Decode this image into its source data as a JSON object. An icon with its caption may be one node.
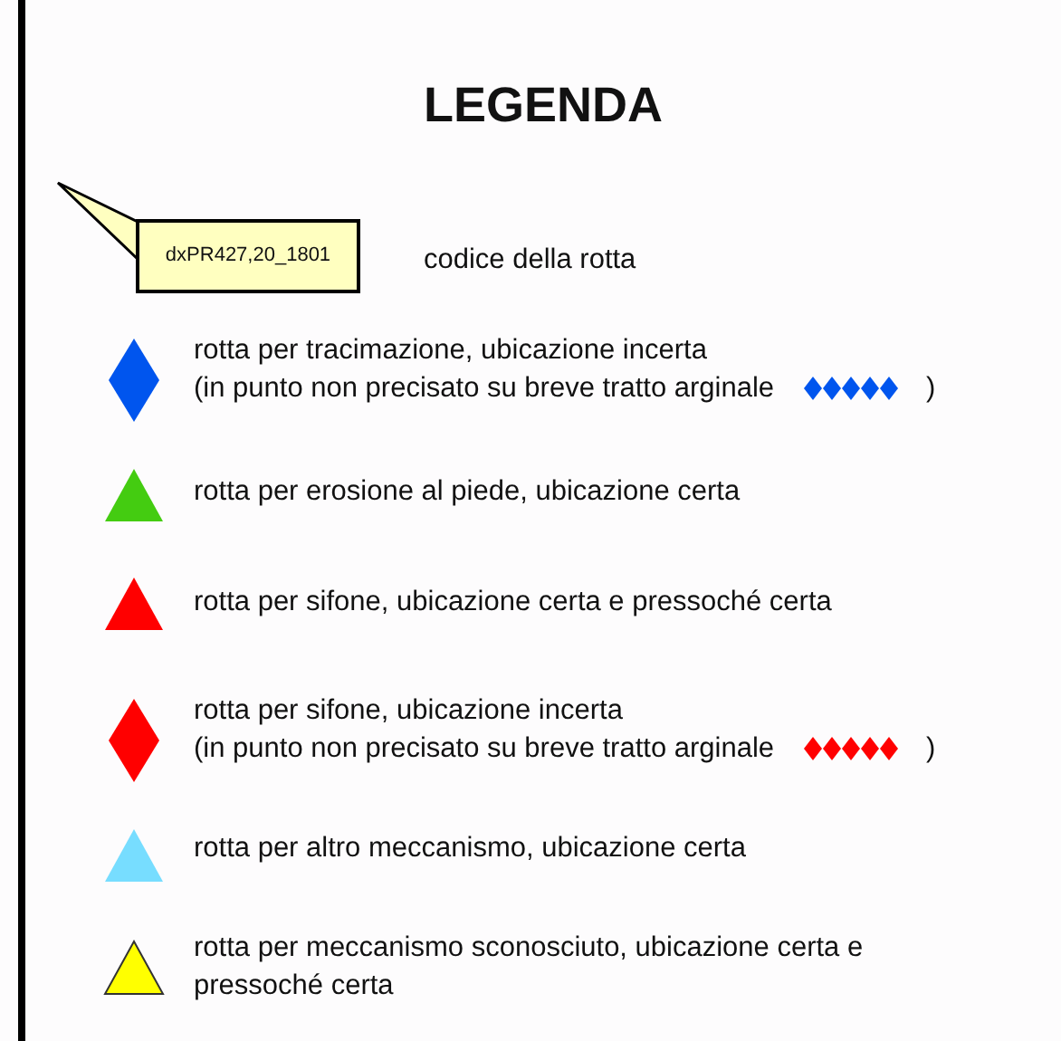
{
  "diagram": {
    "title": "LEGENDA",
    "nodes": [
      {
        "text": [
          "dxPR427,20_1801"
        ]
      }
    ],
    "legend": [
      {
        "text": "codice della rotta"
      },
      {
        "text": "rotta per tracimazione, ubicazione incerta"
      },
      {
        "text": "rotta per erosione al piede, ubicazione certa"
      },
      {
        "text": "rotta per sifone, ubicazione certa e pressoché certa"
      },
      {
        "text": "rotta per sifone, ubicazione incerta"
      },
      {
        "text": "rotta per altro meccanismo, ubicazione certa"
      },
      {
        "text": "rotta per meccanismo sconosciuto, ubicazione certa e pressoché certa"
      }
    ],
    "labels": [
      "(in punto non precisato su breve tratto arginale",
      ")",
      "(in punto non precisato su breve tratto arginale",
      ")"
    ]
  }
}
